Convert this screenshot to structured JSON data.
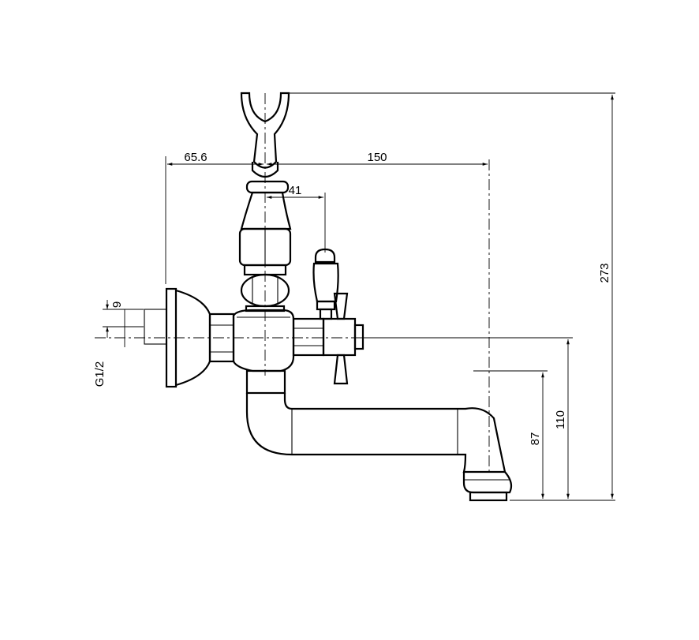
{
  "dimensions": {
    "d_65_6": "65.6",
    "d_150": "150",
    "d_41": "41",
    "d_273": "273",
    "d_110": "110",
    "d_87": "87",
    "d_9": "9",
    "d_g12": "G1/2"
  }
}
